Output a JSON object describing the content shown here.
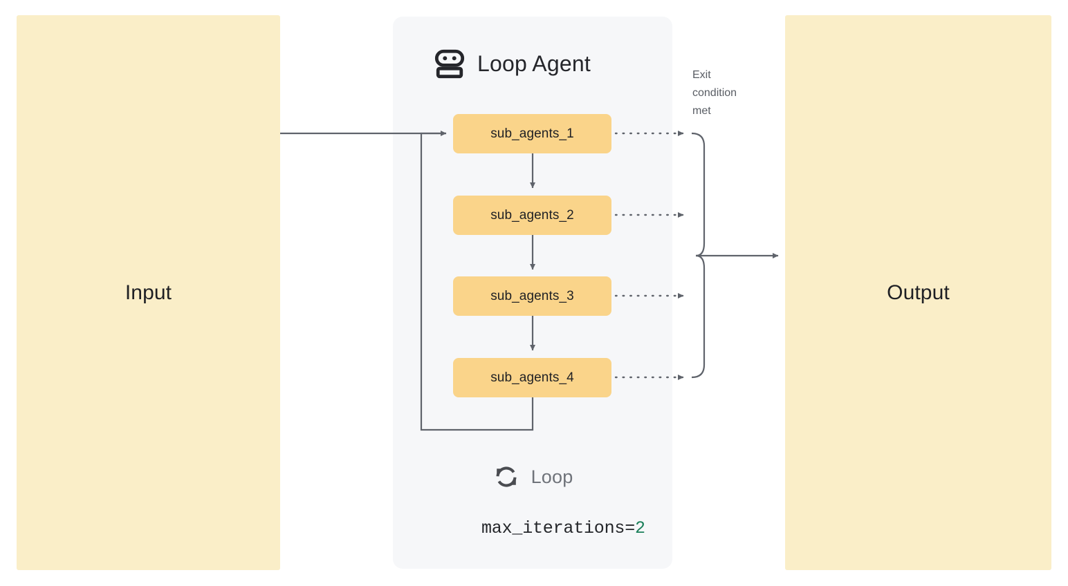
{
  "diagram": {
    "input": {
      "label": "Input"
    },
    "output": {
      "label": "Output"
    },
    "loop_agent": {
      "title": "Loop Agent",
      "icon": "robot-icon",
      "sub_agents": [
        {
          "label": "sub_agents_1"
        },
        {
          "label": "sub_agents_2"
        },
        {
          "label": "sub_agents_3"
        },
        {
          "label": "sub_agents_4"
        }
      ],
      "footer": {
        "icon": "loop-refresh-icon",
        "badge_label": "Loop",
        "max_iterations_key": "max_iterations=",
        "max_iterations_value": "2"
      }
    },
    "annotations": {
      "exit_condition": "Exit\ncondition\nmet"
    },
    "colors": {
      "input_output_fill": "#faeec8",
      "panel_fill": "#f6f7f9",
      "agent_fill": "#fad48a",
      "connector": "#5f636b",
      "text_primary": "#1f2024",
      "text_muted": "#6f737a",
      "code_value": "#1a7f5a"
    }
  }
}
